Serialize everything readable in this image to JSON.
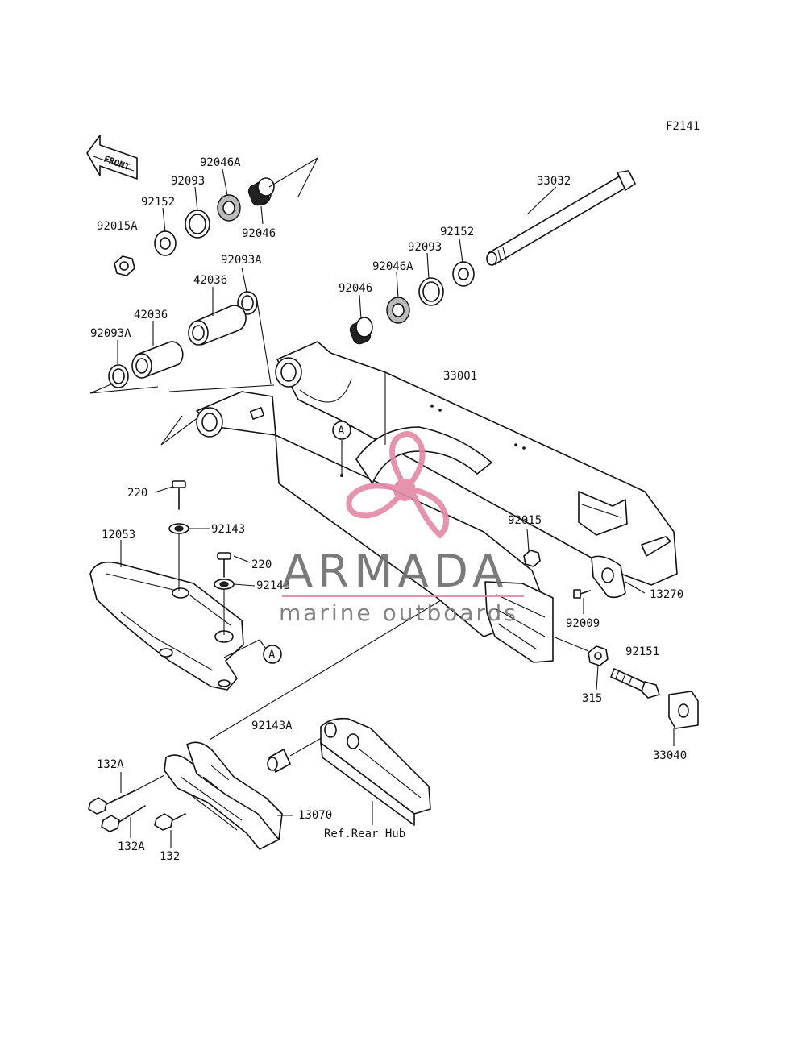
{
  "figure_code": "F2141",
  "front_arrow": "FRONT",
  "labels": {
    "p92046A_top": "92046A",
    "p92093_top": "92093",
    "p92152_top": "92152",
    "p92015A": "92015A",
    "p92046_top": "92046",
    "p92093A_top": "92093A",
    "p42036_a": "42036",
    "p42036_b": "42036",
    "p92093A_left": "92093A",
    "p33032": "33032",
    "p92152_right": "92152",
    "p92093_right": "92093",
    "p92046A_right": "92046A",
    "p92046_right": "92046",
    "p33001": "33001",
    "ref_a_top": "A",
    "p220_a": "220",
    "p92143_a": "92143",
    "p12053": "12053",
    "p220_b": "220",
    "p92143_b": "92143",
    "ref_a_bottom": "A",
    "p92015": "92015",
    "p13270": "13270",
    "p92009": "92009",
    "p92151": "92151",
    "p315": "315",
    "p33040": "33040",
    "p92143A": "92143A",
    "p132A_a": "132A",
    "p132A_b": "132A",
    "p132": "132",
    "p13070": "13070",
    "ref_rear_hub": "Ref.Rear Hub"
  },
  "watermark": {
    "brand": "ARMADA",
    "tagline": "marine outboards",
    "logo_color": "#e48aa8",
    "text_color": "#6f6f6f"
  },
  "icons": [
    "front-arrow-icon",
    "propeller-logo-icon"
  ]
}
